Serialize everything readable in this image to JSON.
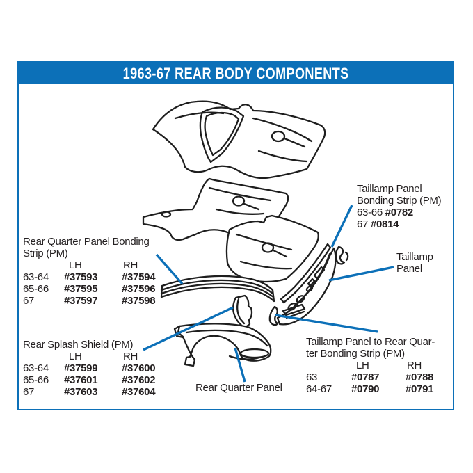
{
  "page": {
    "title": "1963-67 REAR BODY COMPONENTS",
    "accent_color": "#0c70b8",
    "line_art_color": "#1e1e1e"
  },
  "labels": {
    "rear_quarter_bonding": {
      "title_line1": "Rear Quarter Panel Bonding",
      "title_line2": "Strip (PM)",
      "col_lh": "LH",
      "col_rh": "RH",
      "rows": [
        {
          "years": "63-64",
          "lh": "#37593",
          "rh": "#37594"
        },
        {
          "years": "65-66",
          "lh": "#37595",
          "rh": "#37596"
        },
        {
          "years": "67",
          "lh": "#37597",
          "rh": "#37598"
        }
      ]
    },
    "rear_splash_shield": {
      "title": "Rear Splash Shield (PM)",
      "col_lh": "LH",
      "col_rh": "RH",
      "rows": [
        {
          "years": "63-64",
          "lh": "#37599",
          "rh": "#37600"
        },
        {
          "years": "65-66",
          "lh": "#37601",
          "rh": "#37602"
        },
        {
          "years": "67",
          "lh": "#37603",
          "rh": "#37604"
        }
      ]
    },
    "taillamp_bonding": {
      "title_line1": "Taillamp Panel",
      "title_line2": "Bonding Strip (PM)",
      "rows": [
        {
          "years": "63-66",
          "part": "#0782"
        },
        {
          "years": "67",
          "part": "#0814"
        }
      ]
    },
    "taillamp_panel": {
      "line1": "Taillamp",
      "line2": "Panel"
    },
    "taillamp_to_quarter": {
      "title_line1": "Taillamp Panel to Rear Quar-",
      "title_line2": "ter Bonding Strip (PM)",
      "col_lh": "LH",
      "col_rh": "RH",
      "rows": [
        {
          "years": "63",
          "lh": "#0787",
          "rh": "#0788"
        },
        {
          "years": "64-67",
          "lh": "#0790",
          "rh": "#0791"
        }
      ]
    },
    "rear_quarter_panel": "Rear Quarter Panel"
  }
}
